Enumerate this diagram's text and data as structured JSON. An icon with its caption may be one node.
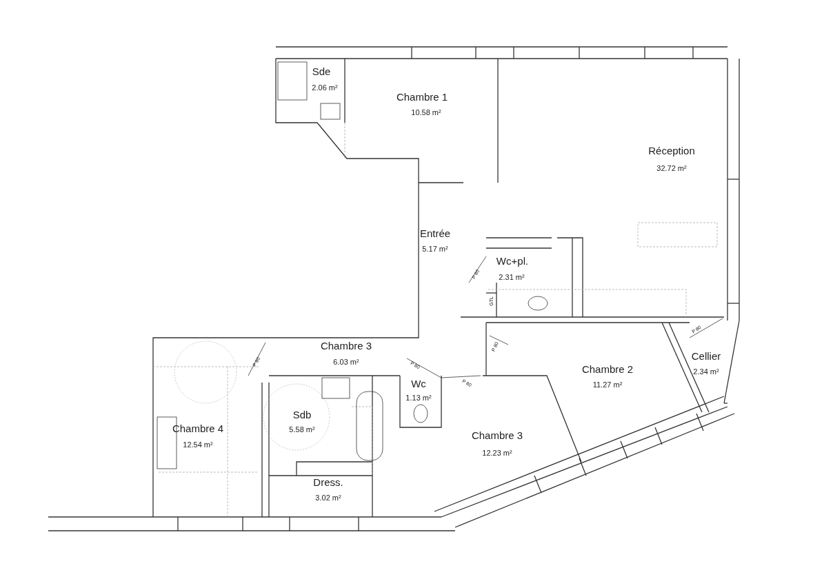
{
  "diagram": {
    "labels": [
      "Sde",
      "2.06 m²",
      "Chambre 1",
      "10.58 m²",
      "Réception",
      "32.72 m²",
      "Entrée",
      "5.17 m²",
      "P 80",
      "Wc+pl.",
      "2.31 m²",
      "GTL",
      "P 80",
      "P 80",
      "Chambre 3",
      "6.03 m²",
      "P 80",
      "P 80",
      "Cellier",
      "2.34 m²",
      "Chambre 2",
      "11.27 m²",
      "P 80",
      "Wc",
      "1.13 m²",
      "Sdb",
      "5.58 m²",
      "Chambre 4",
      "12.54 m²",
      "Chambre 3",
      "12.23 m²",
      "Dress.",
      "3.02 m²"
    ]
  }
}
